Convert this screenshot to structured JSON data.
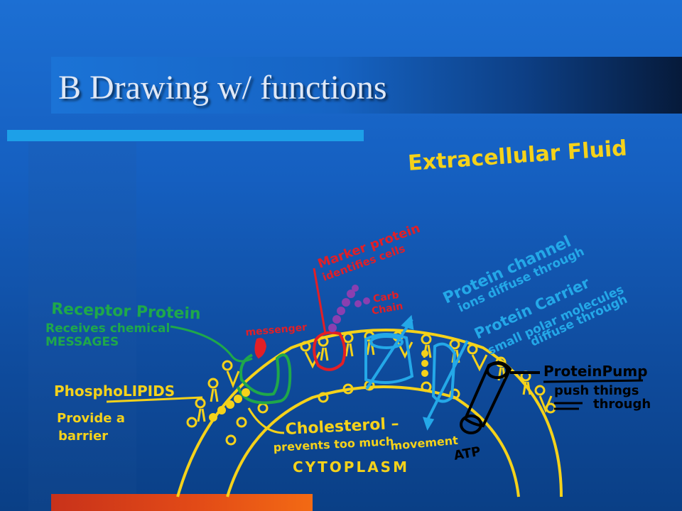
{
  "slide": {
    "title": "B  Drawing w/ functions",
    "colors": {
      "background": "#1565c8",
      "accent_line": "#1da0e8",
      "bottom_bar": "#e24a17",
      "title_text": "#dfe8f6"
    }
  },
  "diagram": {
    "extracellular_label": "Extracellular Fluid",
    "receptor": {
      "title": "Receptor Protein",
      "desc1": "Receives chemical",
      "desc2": "MESSAGES"
    },
    "messenger": "messenger",
    "marker": {
      "title": "Marker protein",
      "desc": "identifies cells"
    },
    "carb": {
      "line1": "Carb",
      "line2": "Chain"
    },
    "channel": {
      "title": "Protein channel",
      "desc": "ions diffuse through"
    },
    "carrier": {
      "title": "Protein Carrier",
      "desc1": "small polar molecules",
      "desc2": "diffuse through"
    },
    "pump": {
      "title": "ProteinPump",
      "desc1": "push things",
      "desc2": "through"
    },
    "atp": "ATP",
    "phospholipids": {
      "title": "PhosphoLIPIDS",
      "desc1": "Provide a",
      "desc2": "barrier"
    },
    "cholesterol": {
      "title": "Cholesterol –",
      "desc1": "prevents too much",
      "desc2": "movement"
    },
    "cytoplasm": "CYTOPLASM",
    "colors": {
      "yellow": "#f5d21a",
      "green": "#1fa84a",
      "red": "#e21f26",
      "purple": "#8a3fb0",
      "cyan": "#24a8e8",
      "black": "#000000"
    }
  }
}
